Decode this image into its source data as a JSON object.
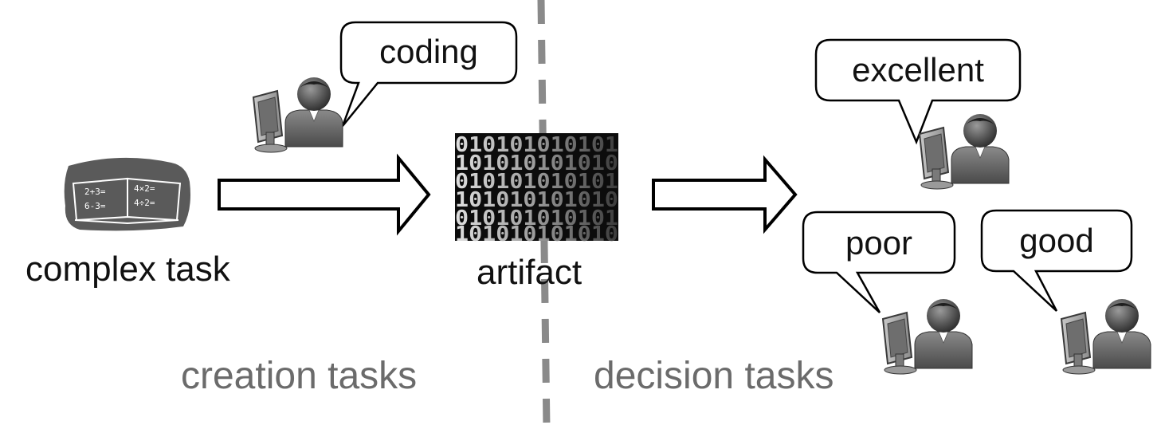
{
  "nodes": {
    "task_label": "complex task",
    "artifact_label": "artifact",
    "book_formulas": [
      "2+3=",
      "6-3=",
      "4×2=",
      "4÷2="
    ],
    "artifact_binary_rows": [
      "010101010101",
      "101010101010",
      "010101010101",
      "101010101010",
      "010101010101",
      "101010101010"
    ]
  },
  "bubbles": {
    "creator": "coding",
    "judge_1": "excellent",
    "judge_2": "poor",
    "judge_3": "good"
  },
  "phases": {
    "creation": "creation tasks",
    "decision": "decision tasks"
  },
  "colors": {
    "ink": "#111111",
    "phase_text": "#6b6b6b",
    "divider": "#8a8a8a",
    "book_bg": "#5a5a5a",
    "artifact_bg": "#0c0c0c"
  }
}
